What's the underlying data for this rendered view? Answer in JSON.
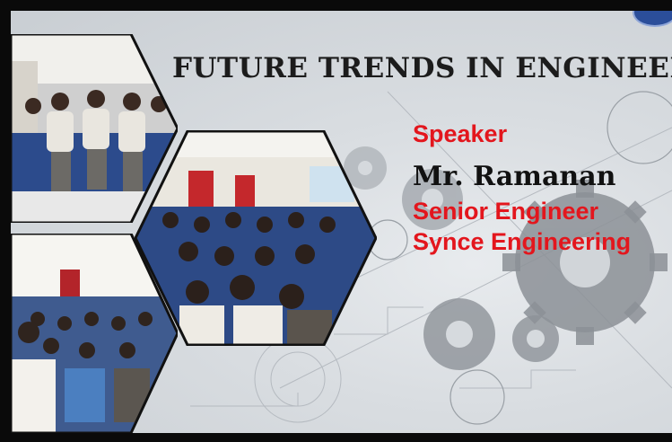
{
  "poster": {
    "title": "FUTURE TRENDS IN ENGINEERING",
    "speaker_label": "Speaker",
    "speaker_name": "Mr. Ramanan",
    "speaker_role": "Senior Engineer",
    "speaker_company": "Synce Engineering"
  },
  "colors": {
    "accent_red": "#e3161d",
    "title_dark": "#1c1c1c",
    "frame": "#0a0a0a",
    "background_gray": "#d9dde1"
  },
  "icons": [
    "gear-icon",
    "logo-icon"
  ]
}
